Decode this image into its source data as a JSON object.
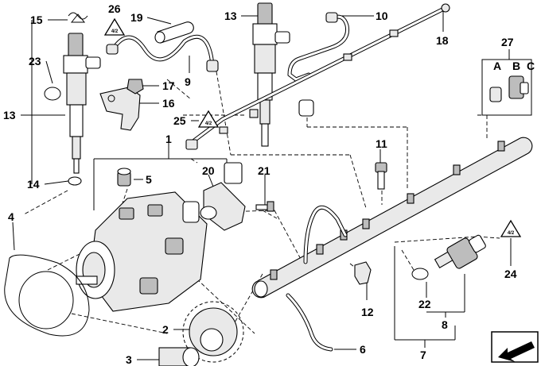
{
  "callouts": {
    "c1": "1",
    "c2": "2",
    "c3": "3",
    "c4": "4",
    "c5": "5",
    "c6": "6",
    "c7": "7",
    "c8": "8",
    "c9": "9",
    "c10": "10",
    "c11": "11",
    "c12": "12",
    "c13a": "13",
    "c13b": "13",
    "c14": "14",
    "c15": "15",
    "c16": "16",
    "c17": "17",
    "c18": "18",
    "c19": "19",
    "c20": "20",
    "c21": "21",
    "c22": "22",
    "c23": "23",
    "c24": "24",
    "c25": "25",
    "c26": "26",
    "c27": "27",
    "cA": "A",
    "cB": "B",
    "cC": "C"
  },
  "warning_symbol_text": "4/2"
}
